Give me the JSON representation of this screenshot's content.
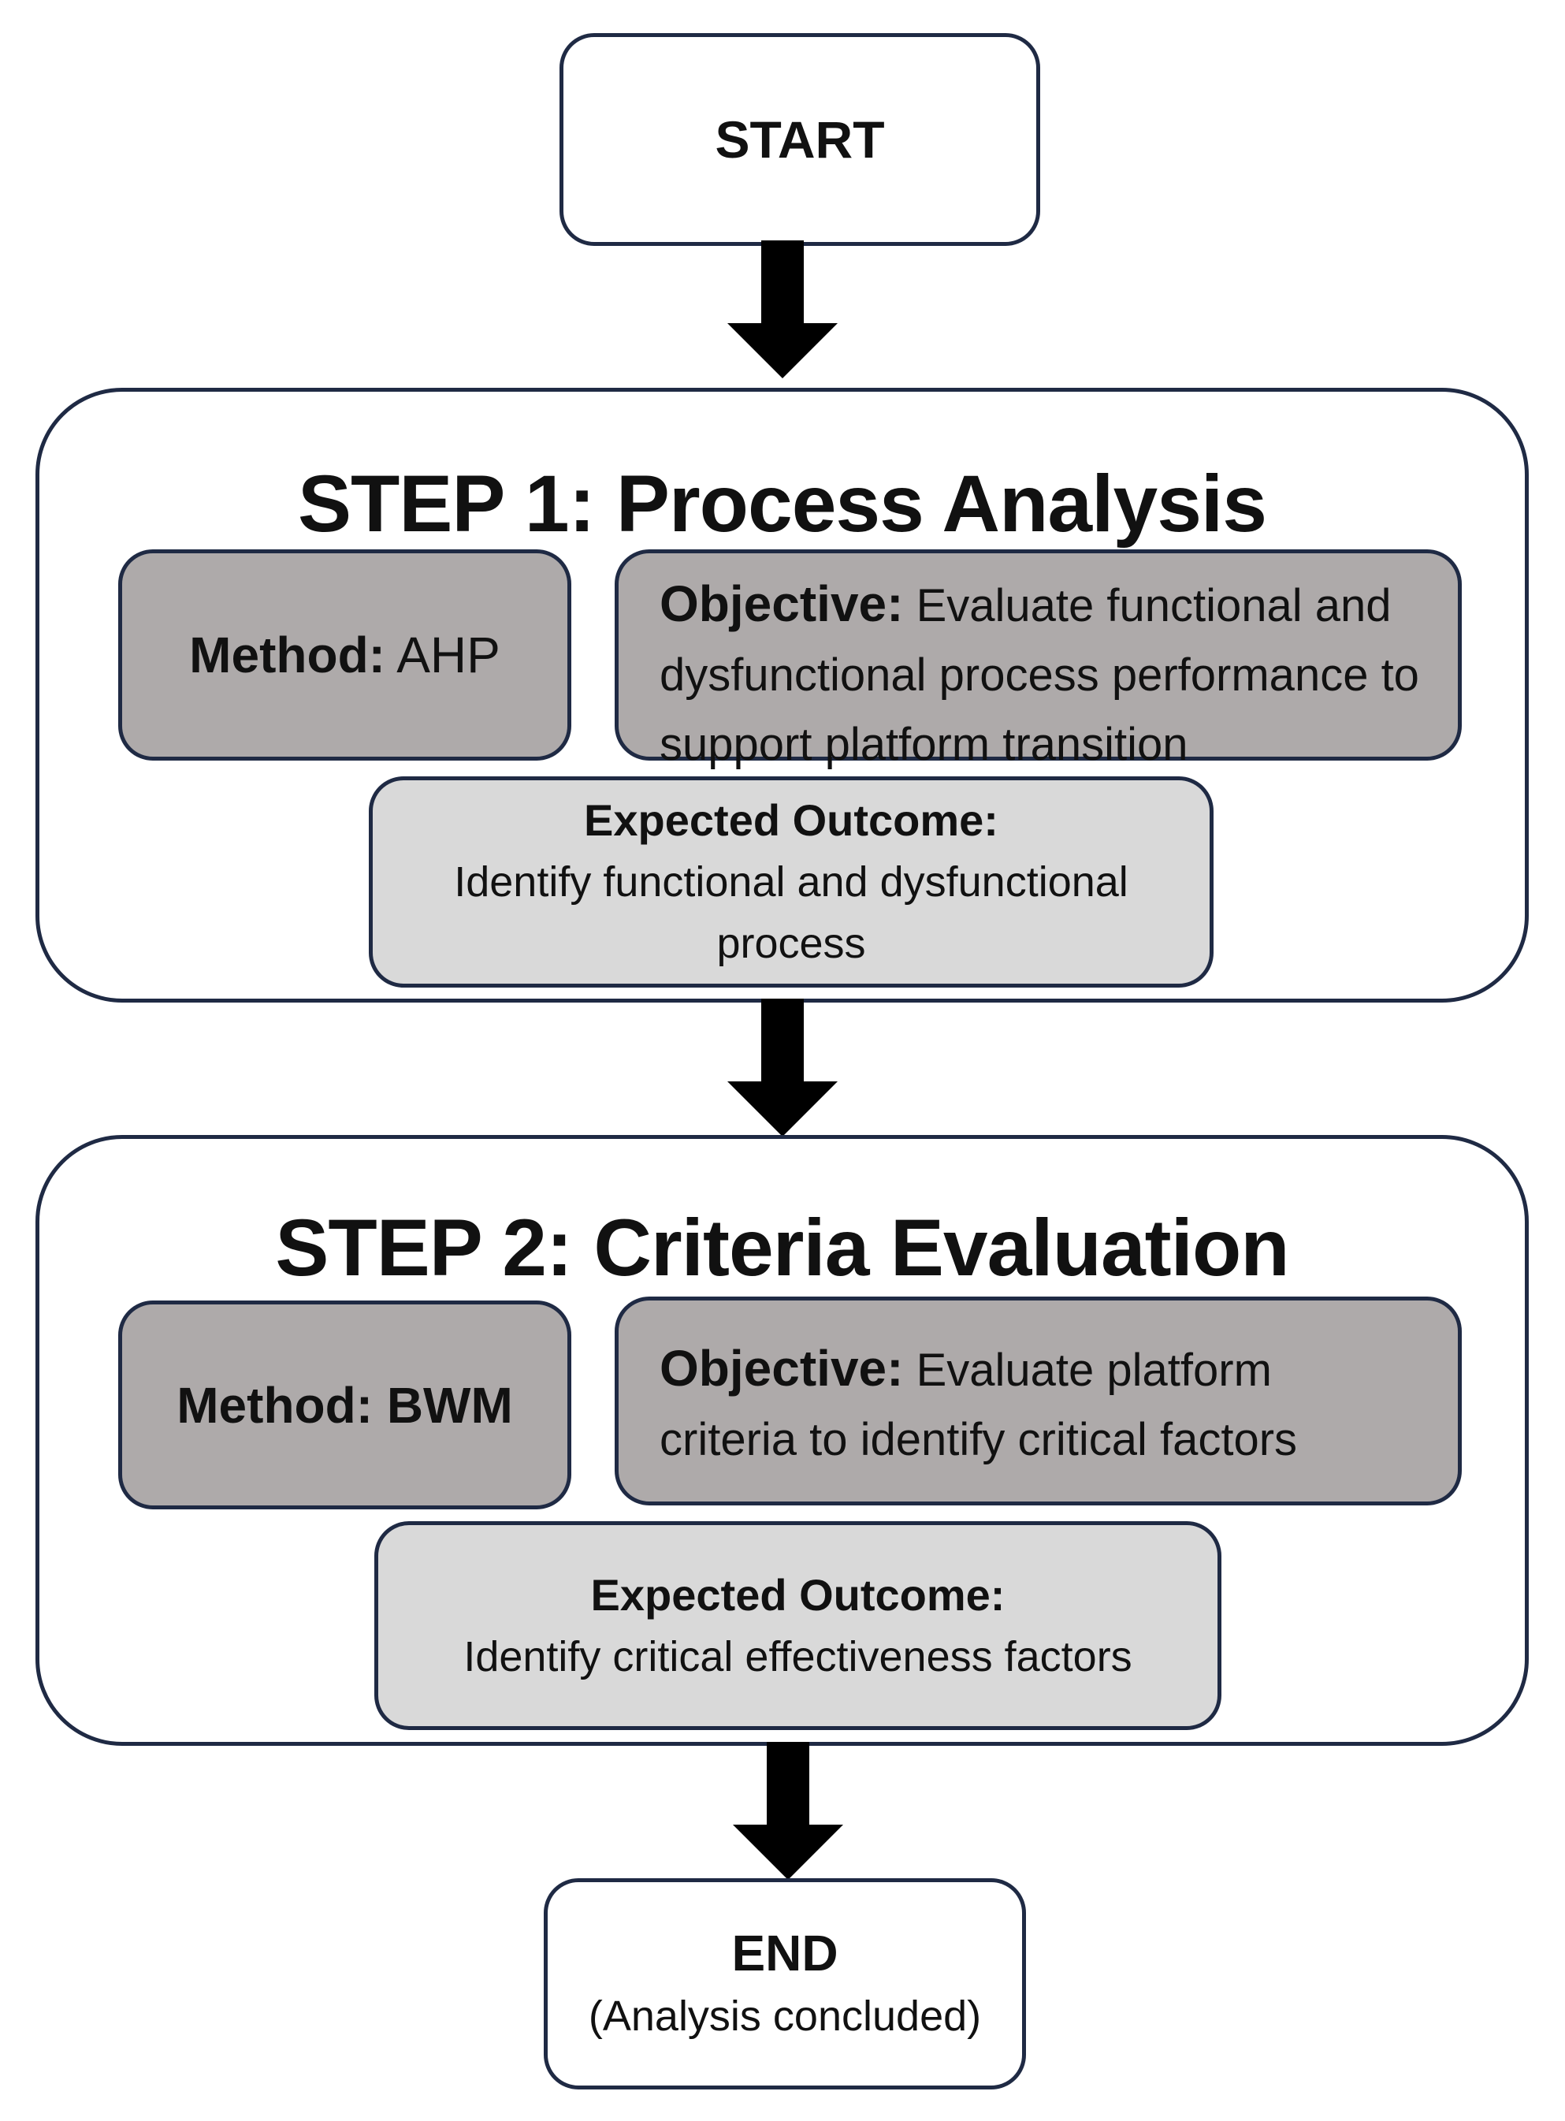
{
  "start": {
    "label": "START"
  },
  "step1": {
    "title": "STEP 1: Process Analysis",
    "method": {
      "label": "Method:",
      "value": "AHP"
    },
    "objective": {
      "label": "Objective:",
      "text": "Evaluate functional and dysfunctional process performance to support platform transition"
    },
    "outcome": {
      "label": "Expected Outcome:",
      "text": "Identify functional and dysfunctional process"
    }
  },
  "step2": {
    "title": "STEP 2: Criteria Evaluation",
    "method": {
      "label": "Method:",
      "value": "BWM"
    },
    "objective": {
      "label": "Objective:",
      "text": "Evaluate platform criteria to identify critical factors"
    },
    "outcome": {
      "label": "Expected Outcome:",
      "text": "Identify critical effectiveness factors"
    }
  },
  "end": {
    "label": "END",
    "sublabel": "(Analysis concluded)"
  },
  "colors": {
    "border": "#1f2a44",
    "method_fill": "#aeaaaa",
    "outcome_fill": "#d9d9d9",
    "arrow": "#000000"
  }
}
